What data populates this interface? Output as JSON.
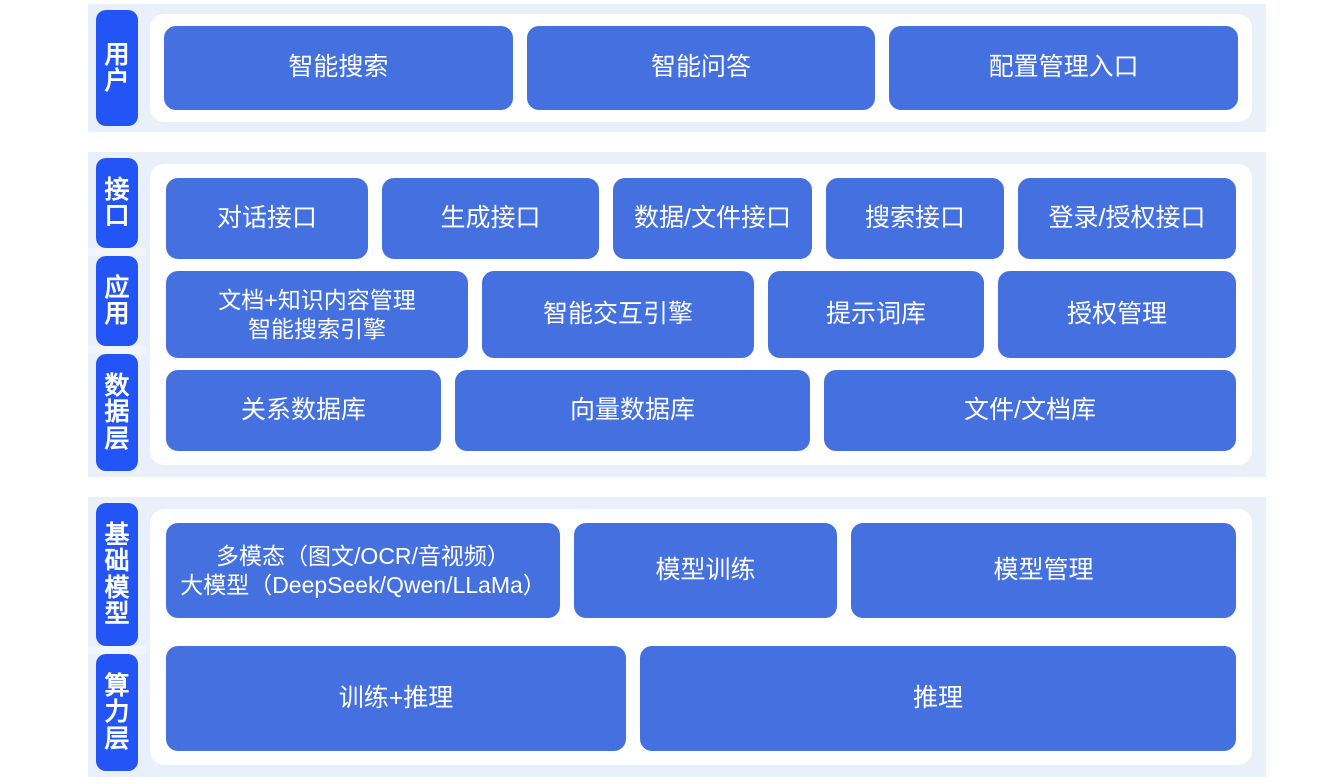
{
  "colors": {
    "band_bg": "#eaf0f9",
    "card_bg": "#ffffff",
    "rail_badge": "#2355f6",
    "chip": "#4470e0",
    "text_on_blue": "#ffffff",
    "page_bg": "#ffffff"
  },
  "layers": [
    {
      "id": "user-layer",
      "rail": [
        {
          "label": "用户"
        }
      ],
      "rows": [
        {
          "id": "user-entries",
          "chips": [
            {
              "label": "智能搜索"
            },
            {
              "label": "智能问答"
            },
            {
              "label": "配置管理入口"
            }
          ]
        }
      ]
    },
    {
      "id": "platform-layer",
      "rail": [
        {
          "label": "接口"
        },
        {
          "label": "应用"
        },
        {
          "label": "数据层"
        }
      ],
      "rows": [
        {
          "id": "interface-row",
          "chips": [
            {
              "label": "对话接口"
            },
            {
              "label": "生成接口"
            },
            {
              "label": "数据/文件接口"
            },
            {
              "label": "搜索接口"
            },
            {
              "label": "登录/授权接口"
            }
          ]
        },
        {
          "id": "application-row",
          "chips": [
            {
              "label": "文档+知识内容管理\n智能搜索引擎"
            },
            {
              "label": "智能交互引擎"
            },
            {
              "label": "提示词库"
            },
            {
              "label": "授权管理"
            }
          ]
        },
        {
          "id": "data-row",
          "chips": [
            {
              "label": "关系数据库"
            },
            {
              "label": "向量数据库"
            },
            {
              "label": "文件/文档库"
            }
          ]
        }
      ]
    },
    {
      "id": "infrastructure-layer",
      "rail": [
        {
          "label": "基础模型"
        },
        {
          "label": "算力层"
        }
      ],
      "rows": [
        {
          "id": "model-row",
          "chips": [
            {
              "label": "多模态（图文/OCR/音视频）\n大模型（DeepSeek/Qwen/LLaMa）"
            },
            {
              "label": "模型训练"
            },
            {
              "label": "模型管理"
            }
          ]
        },
        {
          "id": "compute-row",
          "chips": [
            {
              "label": "训练+推理"
            },
            {
              "label": "推理"
            }
          ]
        }
      ]
    }
  ]
}
